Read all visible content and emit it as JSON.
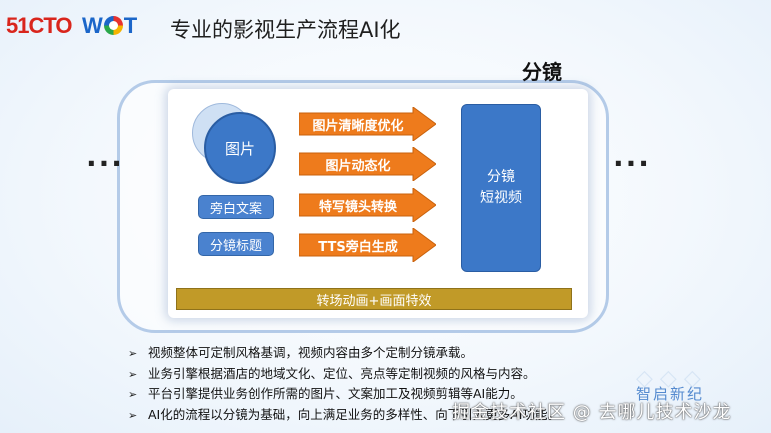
{
  "header": {
    "logo_51cto": "51CTO",
    "logo_wot_w": "W",
    "logo_wot_t": "T",
    "title": "专业的影视生产流程AI化"
  },
  "diagram": {
    "frame_label": "分镜",
    "ellipsis_left": "...",
    "ellipsis_right": "...",
    "image_label": "图片",
    "pills": [
      "旁白文案",
      "分镜标题"
    ],
    "arrows": [
      "图片清晰度优化",
      "图片动态化",
      "特写镜头转换",
      "TTS旁白生成"
    ],
    "target_line1": "分镜",
    "target_line2": "短视频",
    "effects_label": "转场动画+画面特效",
    "colors": {
      "blue": "#3c78c8",
      "orange": "#ee7b1c",
      "gold": "#c19a28",
      "frame": "#b4cbe8"
    }
  },
  "bullets": [
    "视频整体可定制风格基调，视频内容由多个定制分镜承载。",
    "业务引擎根据酒店的地域文化、定位、亮点等定制视频的风格与内容。",
    "平台引擎提供业务创作所需的图片、文案加工及视频剪辑等AI能力。",
    "AI化的流程以分镜为基础，向上满足业务的多样性、向下引入更多AI功能。"
  ],
  "bullet_marker": "➢",
  "watermarks": {
    "zhiqi": "智启新纪",
    "juejin": "掘金技术社区 @ 去哪儿技术沙龙"
  }
}
